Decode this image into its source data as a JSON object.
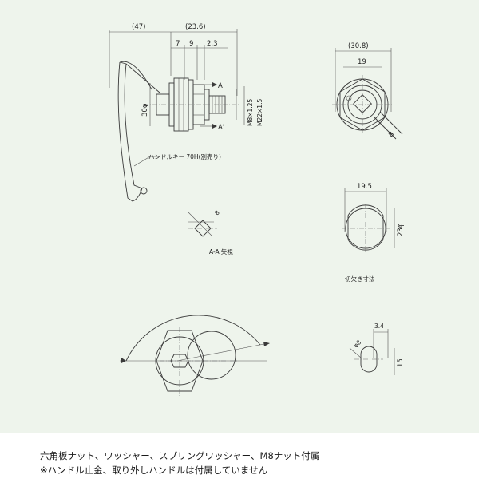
{
  "side_view": {
    "dims": {
      "overall_left": "(47)",
      "overall_right": "(23.6)",
      "d7": "7",
      "d9": "9",
      "d2_3": "2.3",
      "dia30": "30φ",
      "m8": "M8×1.25",
      "m22": "M22×1.5"
    },
    "section_marks": {
      "a_top": "A",
      "a_bottom": "A'"
    },
    "handle_label": "ハンドルキー 70H(別売り)"
  },
  "front_view": {
    "dims": {
      "overall": "(30.8)",
      "width": "19",
      "key": "8"
    }
  },
  "section_view": {
    "dim_key": "8",
    "caption": "A-A'矢視"
  },
  "cutout": {
    "dims": {
      "width": "19.5",
      "dia": "23φ"
    },
    "caption": "切欠き寸法"
  },
  "small_detail": {
    "dims": {
      "offset": "3.4",
      "dia": "φ8",
      "height": "15"
    }
  },
  "notes": {
    "line1": "六角板ナット、ワッシャー、スプリングワッシャー、M8ナット付属",
    "line2": "※ハンドル止金、取り外しハンドルは付属していません"
  }
}
